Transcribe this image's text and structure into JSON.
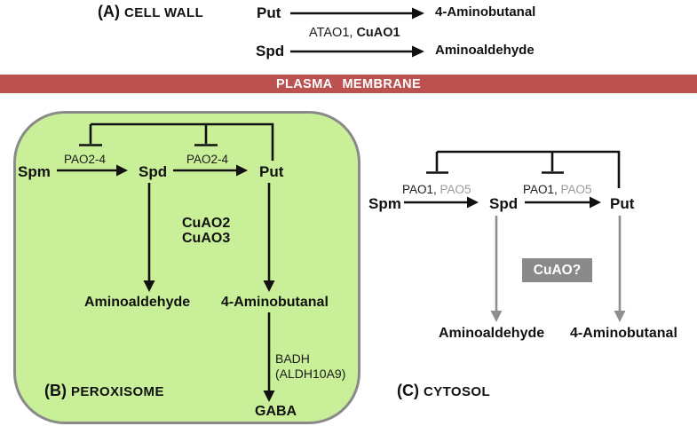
{
  "colors": {
    "membrane_bar": "#bb5250",
    "peroxisome_fill": "#c9f098",
    "peroxisome_border": "#8a8a8a",
    "gray_arrow": "#8e8e8e",
    "gray_enzyme_text": "#9a9a9a",
    "cuao_box_bg": "#8a8a8a"
  },
  "cell_wall": {
    "prefix": "(A)",
    "title": "CELL WALL",
    "reaction1": {
      "substrate": "Put",
      "product": "4-Aminobutanal"
    },
    "enzymes": {
      "normal": "ATAO1,",
      "bold": "CuAO1"
    },
    "reaction2": {
      "substrate": "Spd",
      "product": "Aminoaldehyde"
    }
  },
  "membrane": {
    "label": "PLASMA MEMBRANE"
  },
  "peroxisome": {
    "prefix": "(B)",
    "title": "PEROXISOME",
    "spm": "Spm",
    "spd": "Spd",
    "put": "Put",
    "enzyme1": "PAO2-4",
    "enzyme2": "PAO2-4",
    "cuao_line1": "CuAO2",
    "cuao_line2": "CuAO3",
    "aminoaldehyde": "Aminoaldehyde",
    "aminobutanal": "4-Aminobutanal",
    "badh_line1": "BADH",
    "badh_line2": "(ALDH10A9)",
    "gaba": "GABA"
  },
  "cytosol": {
    "prefix": "(C)",
    "title": "CYTOSOL",
    "spm": "Spm",
    "spd": "Spd",
    "put": "Put",
    "enzyme1_black": "PAO1,",
    "enzyme1_gray": "PAO5",
    "enzyme2_black": "PAO1,",
    "enzyme2_gray": "PAO5",
    "cuao_box": "CuAO?",
    "aminoaldehyde": "Aminoaldehyde",
    "aminobutanal": "4-Aminobutanal"
  }
}
